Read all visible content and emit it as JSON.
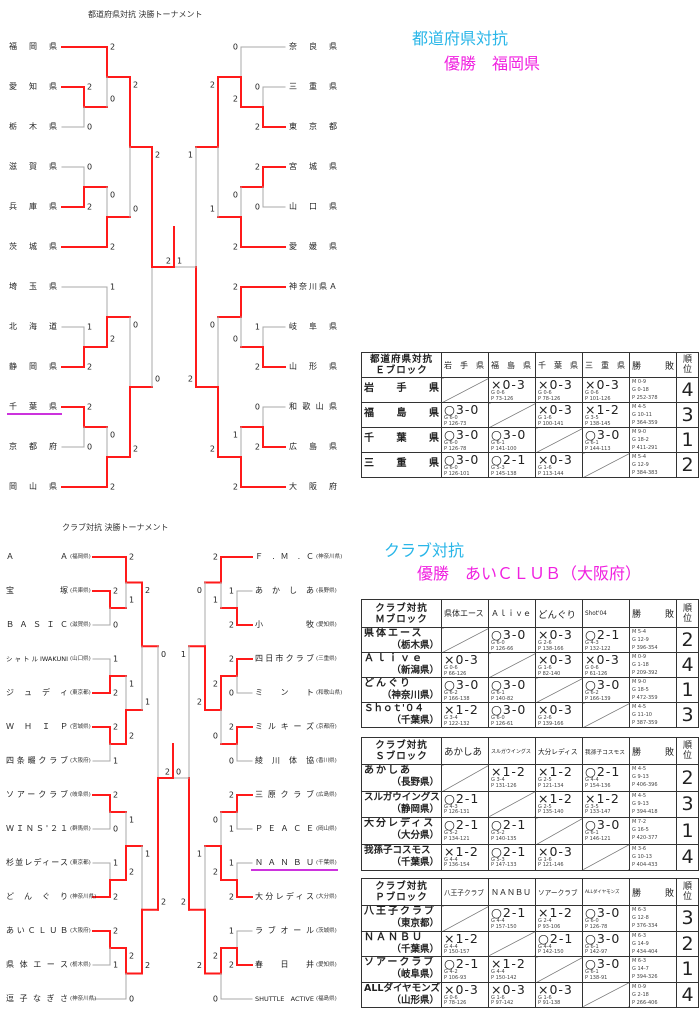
{
  "pref_bracket": {
    "title": "都道府県対抗 決勝トーナメント",
    "left_teams": [
      "福岡県",
      "愛知県",
      "栃木県",
      "滋賀県",
      "兵庫県",
      "茨城県",
      "埼玉県",
      "北海道",
      "静岡県",
      "千葉県",
      "京都府",
      "岡山県"
    ],
    "right_teams": [
      "奈良県",
      "三重県",
      "東京都",
      "宮城県",
      "山口県",
      "愛媛県",
      "神奈川県Ａ",
      "岐阜県",
      "山形県",
      "和歌山県",
      "広島県",
      "大阪府"
    ],
    "left_tree": {
      "a": {
        "a": {
          "a": 0,
          "b": {
            "a": 1,
            "b": 2,
            "s": [
              2,
              0
            ]
          },
          "s": [
            2,
            0
          ]
        },
        "b": {
          "a": {
            "a": 3,
            "b": 4,
            "s": [
              0,
              2
            ]
          },
          "b": 5,
          "s": [
            0,
            2
          ]
        },
        "s": [
          2,
          0
        ]
      },
      "b": {
        "a": {
          "a": 6,
          "b": {
            "a": 7,
            "b": 8,
            "s": [
              1,
              2
            ]
          },
          "s": [
            1,
            2
          ]
        },
        "b": {
          "a": {
            "a": 9,
            "b": 10,
            "s": [
              2,
              0
            ]
          },
          "b": 11,
          "s": [
            0,
            2
          ]
        },
        "s": [
          0,
          2
        ]
      },
      "s": [
        2,
        0
      ]
    },
    "right_tree": {
      "a": {
        "a": {
          "a": 0,
          "b": {
            "a": 1,
            "b": 2,
            "s": [
              0,
              2
            ]
          },
          "s": [
            0,
            2
          ]
        },
        "b": {
          "a": {
            "a": 3,
            "b": 4,
            "s": [
              2,
              0
            ]
          },
          "b": 5,
          "s": [
            0,
            2
          ]
        },
        "s": [
          2,
          1
        ]
      },
      "b": {
        "a": {
          "a": 6,
          "b": {
            "a": 7,
            "b": 8,
            "s": [
              1,
              2
            ]
          },
          "s": [
            2,
            0
          ]
        },
        "b": {
          "a": {
            "a": 9,
            "b": 10,
            "s": [
              0,
              2
            ]
          },
          "b": 11,
          "s": [
            1,
            2
          ]
        },
        "s": [
          0,
          2
        ]
      },
      "s": [
        1,
        2
      ]
    },
    "final_scores": [
      2,
      1
    ],
    "highlighted": {
      "side": "left",
      "index": 9
    }
  },
  "pref_result": {
    "heading": "都道府県対抗",
    "winner": "優勝　福岡県"
  },
  "club_bracket": {
    "title": "クラブ対抗 決勝トーナメント",
    "left_teams": [
      {
        "name": "Ａ　　Ａ",
        "pref": "(福岡県)"
      },
      {
        "name": "宝　　塚",
        "pref": "(兵庫県)"
      },
      {
        "name": "Ｂ Ａ Ｓ Ｉ Ｃ",
        "pref": "(滋賀県)"
      },
      {
        "name": "シャトルIWAKUNI",
        "pref": "(山口県)"
      },
      {
        "name": "ジ ュ デ ィ",
        "pref": "(東京都)"
      },
      {
        "name": "Ｗ Ｈ Ｉ Ｐ",
        "pref": "(宮城県)"
      },
      {
        "name": "四条畷クラブ",
        "pref": "(大阪府)"
      },
      {
        "name": "ソアークラブ",
        "pref": "(岐阜県)"
      },
      {
        "name": "ＷＩＮＳ'２１",
        "pref": "(群馬県)"
      },
      {
        "name": "杉並レディース",
        "pref": "(東京都)"
      },
      {
        "name": "ど ん ぐ り",
        "pref": "(神奈川県)"
      },
      {
        "name": "あいＣＬＵＢ",
        "pref": "(大阪府)"
      },
      {
        "name": "県体エース",
        "pref": "(栃木県)"
      },
      {
        "name": "逗子なぎさ",
        "pref": "(神奈川県)"
      }
    ],
    "right_teams": [
      {
        "name": "Ｆ . Ｍ . Ｃ",
        "pref": "(神奈川県)"
      },
      {
        "name": "あ か し あ",
        "pref": "(長野県)"
      },
      {
        "name": "小　　牧",
        "pref": "(愛知県)"
      },
      {
        "name": "四日市クラブ",
        "pref": "(三重県)"
      },
      {
        "name": "ミ ン ト",
        "pref": "(和歌山県)"
      },
      {
        "name": "ミルキーズ",
        "pref": "(京都府)"
      },
      {
        "name": "綾川体協",
        "pref": "(香川県)"
      },
      {
        "name": "三原クラブ",
        "pref": "(広島県)"
      },
      {
        "name": "Ｐ Ｅ Ａ Ｃ Ｅ",
        "pref": "(岡山県)"
      },
      {
        "name": "Ｎ Ａ Ｎ Ｂ Ｕ",
        "pref": "(千葉県)"
      },
      {
        "name": "大分レディス",
        "pref": "(大分県)"
      },
      {
        "name": "ラブオール",
        "pref": "(茨城県)"
      },
      {
        "name": "春　日　井",
        "pref": "(愛知県)"
      },
      {
        "name": "SHUTTLE ACTIVE",
        "pref": "(福島県)"
      }
    ],
    "left_tree": {
      "a": {
        "a": {
          "a": 0,
          "b": {
            "a": 1,
            "b": 2,
            "s": [
              2,
              0
            ]
          },
          "s": [
            2,
            1
          ]
        },
        "b": {
          "a": {
            "a": 3,
            "b": 4,
            "s": [
              1,
              2
            ]
          },
          "b": {
            "a": 5,
            "b": 6,
            "s": [
              2,
              1
            ]
          },
          "s": [
            1,
            2
          ]
        },
        "s": [
          2,
          1
        ]
      },
      "b": {
        "a": {
          "a": {
            "a": 7,
            "b": 8,
            "s": [
              2,
              0
            ]
          },
          "b": {
            "a": 9,
            "b": 10,
            "s": [
              1,
              2
            ]
          },
          "s": [
            1,
            2
          ]
        },
        "b": {
          "a": {
            "a": 11,
            "b": 12,
            "s": [
              2,
              1
            ]
          },
          "b": 13,
          "s": [
            2,
            0
          ]
        },
        "s": [
          1,
          2
        ]
      },
      "s": [
        0,
        2
      ]
    },
    "right_tree": {
      "a": {
        "a": {
          "a": 0,
          "b": {
            "a": 1,
            "b": 2,
            "s": [
              1,
              2
            ]
          },
          "s": [
            2,
            1
          ]
        },
        "b": {
          "a": {
            "a": 3,
            "b": 4,
            "s": [
              2,
              0
            ]
          },
          "b": {
            "a": 5,
            "b": 6,
            "s": [
              2,
              0
            ]
          },
          "s": [
            2,
            0
          ]
        },
        "s": [
          0,
          2
        ]
      },
      "b": {
        "a": {
          "a": {
            "a": 7,
            "b": 8,
            "s": [
              2,
              1
            ]
          },
          "b": {
            "a": 9,
            "b": 10,
            "s": [
              1,
              2
            ]
          },
          "s": [
            0,
            2
          ]
        },
        "b": {
          "a": {
            "a": 11,
            "b": 12,
            "s": [
              1,
              2
            ]
          },
          "b": 13,
          "s": [
            2,
            0
          ]
        },
        "s": [
          1,
          2
        ]
      },
      "s": [
        1,
        2
      ]
    },
    "final_scores": [
      2,
      0
    ],
    "highlighted": {
      "side": "right",
      "index": 9
    }
  },
  "club_result": {
    "heading": "クラブ対抗",
    "winner": "優勝　あいＣＬＵＢ（大阪府）"
  },
  "tables": [
    {
      "title": [
        "都道府県対抗",
        "Ｅブロック"
      ],
      "columns": [
        "岩　手　県",
        "福　島　県",
        "千　葉　県",
        "三　重　県"
      ],
      "record_header": "勝　　敗",
      "rank_header": "順位",
      "rows": [
        {
          "name": "岩　手　県",
          "cells": [
            null,
            {
              "result": "×0-3",
              "g": "G 0-6",
              "p": "P 73-126"
            },
            {
              "result": "×0-3",
              "g": "G 0-6",
              "p": "P 78-126"
            },
            {
              "result": "×0-3",
              "g": "G 0-6",
              "p": "P 101-126"
            }
          ],
          "record": {
            "m": "M 0-9",
            "g": "G 0-18",
            "p": "P 252-378"
          },
          "rank": "4"
        },
        {
          "name": "福　島　県",
          "cells": [
            {
              "result": "○3-0",
              "g": "G 6-0",
              "p": "P 126-73"
            },
            null,
            {
              "result": "×0-3",
              "g": "G 1-6",
              "p": "P 100-141"
            },
            {
              "result": "×1-2",
              "g": "G 3-5",
              "p": "P 138-145"
            }
          ],
          "record": {
            "m": "M 4-5",
            "g": "G 10-11",
            "p": "P 364-359"
          },
          "rank": "3"
        },
        {
          "name": "千　葉　県",
          "cells": [
            {
              "result": "○3-0",
              "g": "G 6-0",
              "p": "P 126-78"
            },
            {
              "result": "○3-0",
              "g": "G 6-1",
              "p": "P 141-100"
            },
            null,
            {
              "result": "○3-0",
              "g": "G 6-1",
              "p": "P 144-113"
            }
          ],
          "record": {
            "m": "M 9-0",
            "g": "G 18-2",
            "p": "P 411-291"
          },
          "rank": "1"
        },
        {
          "name": "三　重　県",
          "cells": [
            {
              "result": "○3-0",
              "g": "G 6-0",
              "p": "P 126-101"
            },
            {
              "result": "○2-1",
              "g": "G 5-3",
              "p": "P 145-138"
            },
            {
              "result": "×0-3",
              "g": "G 1-6",
              "p": "P 113-144"
            },
            null
          ],
          "record": {
            "m": "M 5-4",
            "g": "G 12-9",
            "p": "P 384-383"
          },
          "rank": "2"
        }
      ]
    },
    {
      "title": [
        "クラブ対抗",
        "Ｍブロック"
      ],
      "columns": [
        "県体エース",
        "Ａｌｉｖｅ",
        "どんぐり",
        "Shot'04"
      ],
      "record_header": "勝　　敗",
      "rank_header": "順位",
      "rows": [
        {
          "name": "県体エース",
          "pref": "（栃木県）",
          "cells": [
            null,
            {
              "result": "○3-0",
              "g": "G 6-0",
              "p": "P 126-66"
            },
            {
              "result": "×0-3",
              "g": "G 2-6",
              "p": "P 138-166"
            },
            {
              "result": "○2-1",
              "g": "G 4-3",
              "p": "P 132-122"
            }
          ],
          "record": {
            "m": "M 5-4",
            "g": "G 12-9",
            "p": "P 396-354"
          },
          "rank": "2"
        },
        {
          "name": "Ａｌｉｖｅ",
          "pref": "（新潟県）",
          "cells": [
            {
              "result": "×0-3",
              "g": "G 0-6",
              "p": "P 66-126"
            },
            null,
            {
              "result": "×0-3",
              "g": "G 1-6",
              "p": "P 82-140"
            },
            {
              "result": "×0-3",
              "g": "G 0-6",
              "p": "P 61-126"
            }
          ],
          "record": {
            "m": "M 0-9",
            "g": "G 1-18",
            "p": "P 209-392"
          },
          "rank": "4"
        },
        {
          "name": "どんぐり",
          "pref": "（神奈川県）",
          "cells": [
            {
              "result": "○3-0",
              "g": "G 6-2",
              "p": "P 166-138"
            },
            {
              "result": "○3-0",
              "g": "G 6-1",
              "p": "P 140-82"
            },
            null,
            {
              "result": "○3-0",
              "g": "G 6-2",
              "p": "P 166-139"
            }
          ],
          "record": {
            "m": "M 9-0",
            "g": "G 18-5",
            "p": "P 472-359"
          },
          "rank": "1"
        },
        {
          "name": "Ｓｈｏｔ'０４",
          "pref": "（千葉県）",
          "cells": [
            {
              "result": "×1-2",
              "g": "G 3-4",
              "p": "P 122-132"
            },
            {
              "result": "○3-0",
              "g": "G 6-0",
              "p": "P 126-61"
            },
            {
              "result": "×0-3",
              "g": "G 2-6",
              "p": "P 139-166"
            },
            null
          ],
          "record": {
            "m": "M 4-5",
            "g": "G 11-10",
            "p": "P 387-359"
          },
          "rank": "3"
        }
      ]
    },
    {
      "title": [
        "クラブ対抗",
        "Ｓブロック"
      ],
      "columns": [
        "あかしあ",
        "スルガウイングス",
        "大分レディス",
        "我孫子コスモス"
      ],
      "record_header": "勝　　敗",
      "rank_header": "順位",
      "rows": [
        {
          "name": "あかしあ",
          "pref": "（長野県）",
          "cells": [
            null,
            {
              "result": "×1-2",
              "g": "G 3-4",
              "p": "P 131-126"
            },
            {
              "result": "×1-2",
              "g": "G 2-5",
              "p": "P 121-134"
            },
            {
              "result": "○2-1",
              "g": "G 4-4",
              "p": "P 154-136"
            }
          ],
          "record": {
            "m": "M 4-5",
            "g": "G 9-13",
            "p": "P 406-396"
          },
          "rank": "2"
        },
        {
          "name": "スルガウイングス",
          "pref": "（静岡県）",
          "cells": [
            {
              "result": "○2-1",
              "g": "G 4-3",
              "p": "P 126-131"
            },
            null,
            {
              "result": "×1-2",
              "g": "G 2-5",
              "p": "P 135-140"
            },
            {
              "result": "×1-2",
              "g": "G 3-5",
              "p": "P 133-147"
            }
          ],
          "record": {
            "m": "M 4-5",
            "g": "G 9-13",
            "p": "P 394-418"
          },
          "rank": "3"
        },
        {
          "name": "大分レディス",
          "pref": "（大分県）",
          "cells": [
            {
              "result": "○2-1",
              "g": "G 5-2",
              "p": "P 134-121"
            },
            {
              "result": "○2-1",
              "g": "G 5-2",
              "p": "P 140-135"
            },
            null,
            {
              "result": "○3-0",
              "g": "G 6-1",
              "p": "P 146-121"
            }
          ],
          "record": {
            "m": "M 7-2",
            "g": "G 16-5",
            "p": "P 420-377"
          },
          "rank": "1"
        },
        {
          "name": "我孫子コスモス",
          "pref": "（千葉県）",
          "cells": [
            {
              "result": "×1-2",
              "g": "G 4-4",
              "p": "P 136-154"
            },
            {
              "result": "○2-1",
              "g": "G 5-3",
              "p": "P 147-133"
            },
            {
              "result": "×0-3",
              "g": "G 1-6",
              "p": "P 121-146"
            },
            null
          ],
          "record": {
            "m": "M 3-6",
            "g": "G 10-13",
            "p": "P 404-433"
          },
          "rank": "4"
        }
      ]
    },
    {
      "title": [
        "クラブ対抗",
        "Ｐブロック"
      ],
      "columns": [
        "八王子クラブ",
        "ＮＡＮＢＵ",
        "ソアークラブ",
        "ALLダイヤモンズ"
      ],
      "record_header": "勝　　敗",
      "rank_header": "順位",
      "rows": [
        {
          "name": "八王子クラブ",
          "pref": "（東京都）",
          "cells": [
            null,
            {
              "result": "○2-1",
              "g": "G 4-4",
              "p": "P 157-150"
            },
            {
              "result": "×1-2",
              "g": "G 2-4",
              "p": "P 93-106"
            },
            {
              "result": "○3-0",
              "g": "G 6-0",
              "p": "P 126-78"
            }
          ],
          "record": {
            "m": "M 6-3",
            "g": "G 12-8",
            "p": "P 376-334"
          },
          "rank": "3"
        },
        {
          "name": "ＮＡＮＢＵ",
          "pref": "（千葉県）",
          "cells": [
            {
              "result": "×1-2",
              "g": "G 4-4",
              "p": "P 150-157"
            },
            null,
            {
              "result": "○2-1",
              "g": "G 4-4",
              "p": "P 142-150"
            },
            {
              "result": "○3-0",
              "g": "G 6-1",
              "p": "P 142-97"
            }
          ],
          "record": {
            "m": "M 6-3",
            "g": "G 14-9",
            "p": "P 434-404"
          },
          "rank": "2"
        },
        {
          "name": "ソアークラブ",
          "pref": "（岐阜県）",
          "cells": [
            {
              "result": "○2-1",
              "g": "G 4-2",
              "p": "P 106-93"
            },
            {
              "result": "×1-2",
              "g": "G 4-4",
              "p": "P 150-142"
            },
            null,
            {
              "result": "○3-0",
              "g": "G 6-1",
              "p": "P 138-91"
            }
          ],
          "record": {
            "m": "M 6-3",
            "g": "G 14-7",
            "p": "P 394-326"
          },
          "rank": "1"
        },
        {
          "name": "ALLダイヤモンズ",
          "pref": "（山形県）",
          "cells": [
            {
              "result": "×0-3",
              "g": "G 0-6",
              "p": "P 78-126"
            },
            {
              "result": "×0-3",
              "g": "G 1-6",
              "p": "P 97-142"
            },
            {
              "result": "×0-3",
              "g": "G 1-6",
              "p": "P 91-138"
            },
            null
          ],
          "record": {
            "m": "M 0-9",
            "g": "G 2-18",
            "p": "P 266-406"
          },
          "rank": "4"
        }
      ]
    }
  ],
  "colors": {
    "winner_line": "#ff1a1a",
    "loser_line": "#a8a8a8",
    "highlight": "#cc33dd",
    "heading": "#29b6e8",
    "winner_text": "#f020e0"
  }
}
